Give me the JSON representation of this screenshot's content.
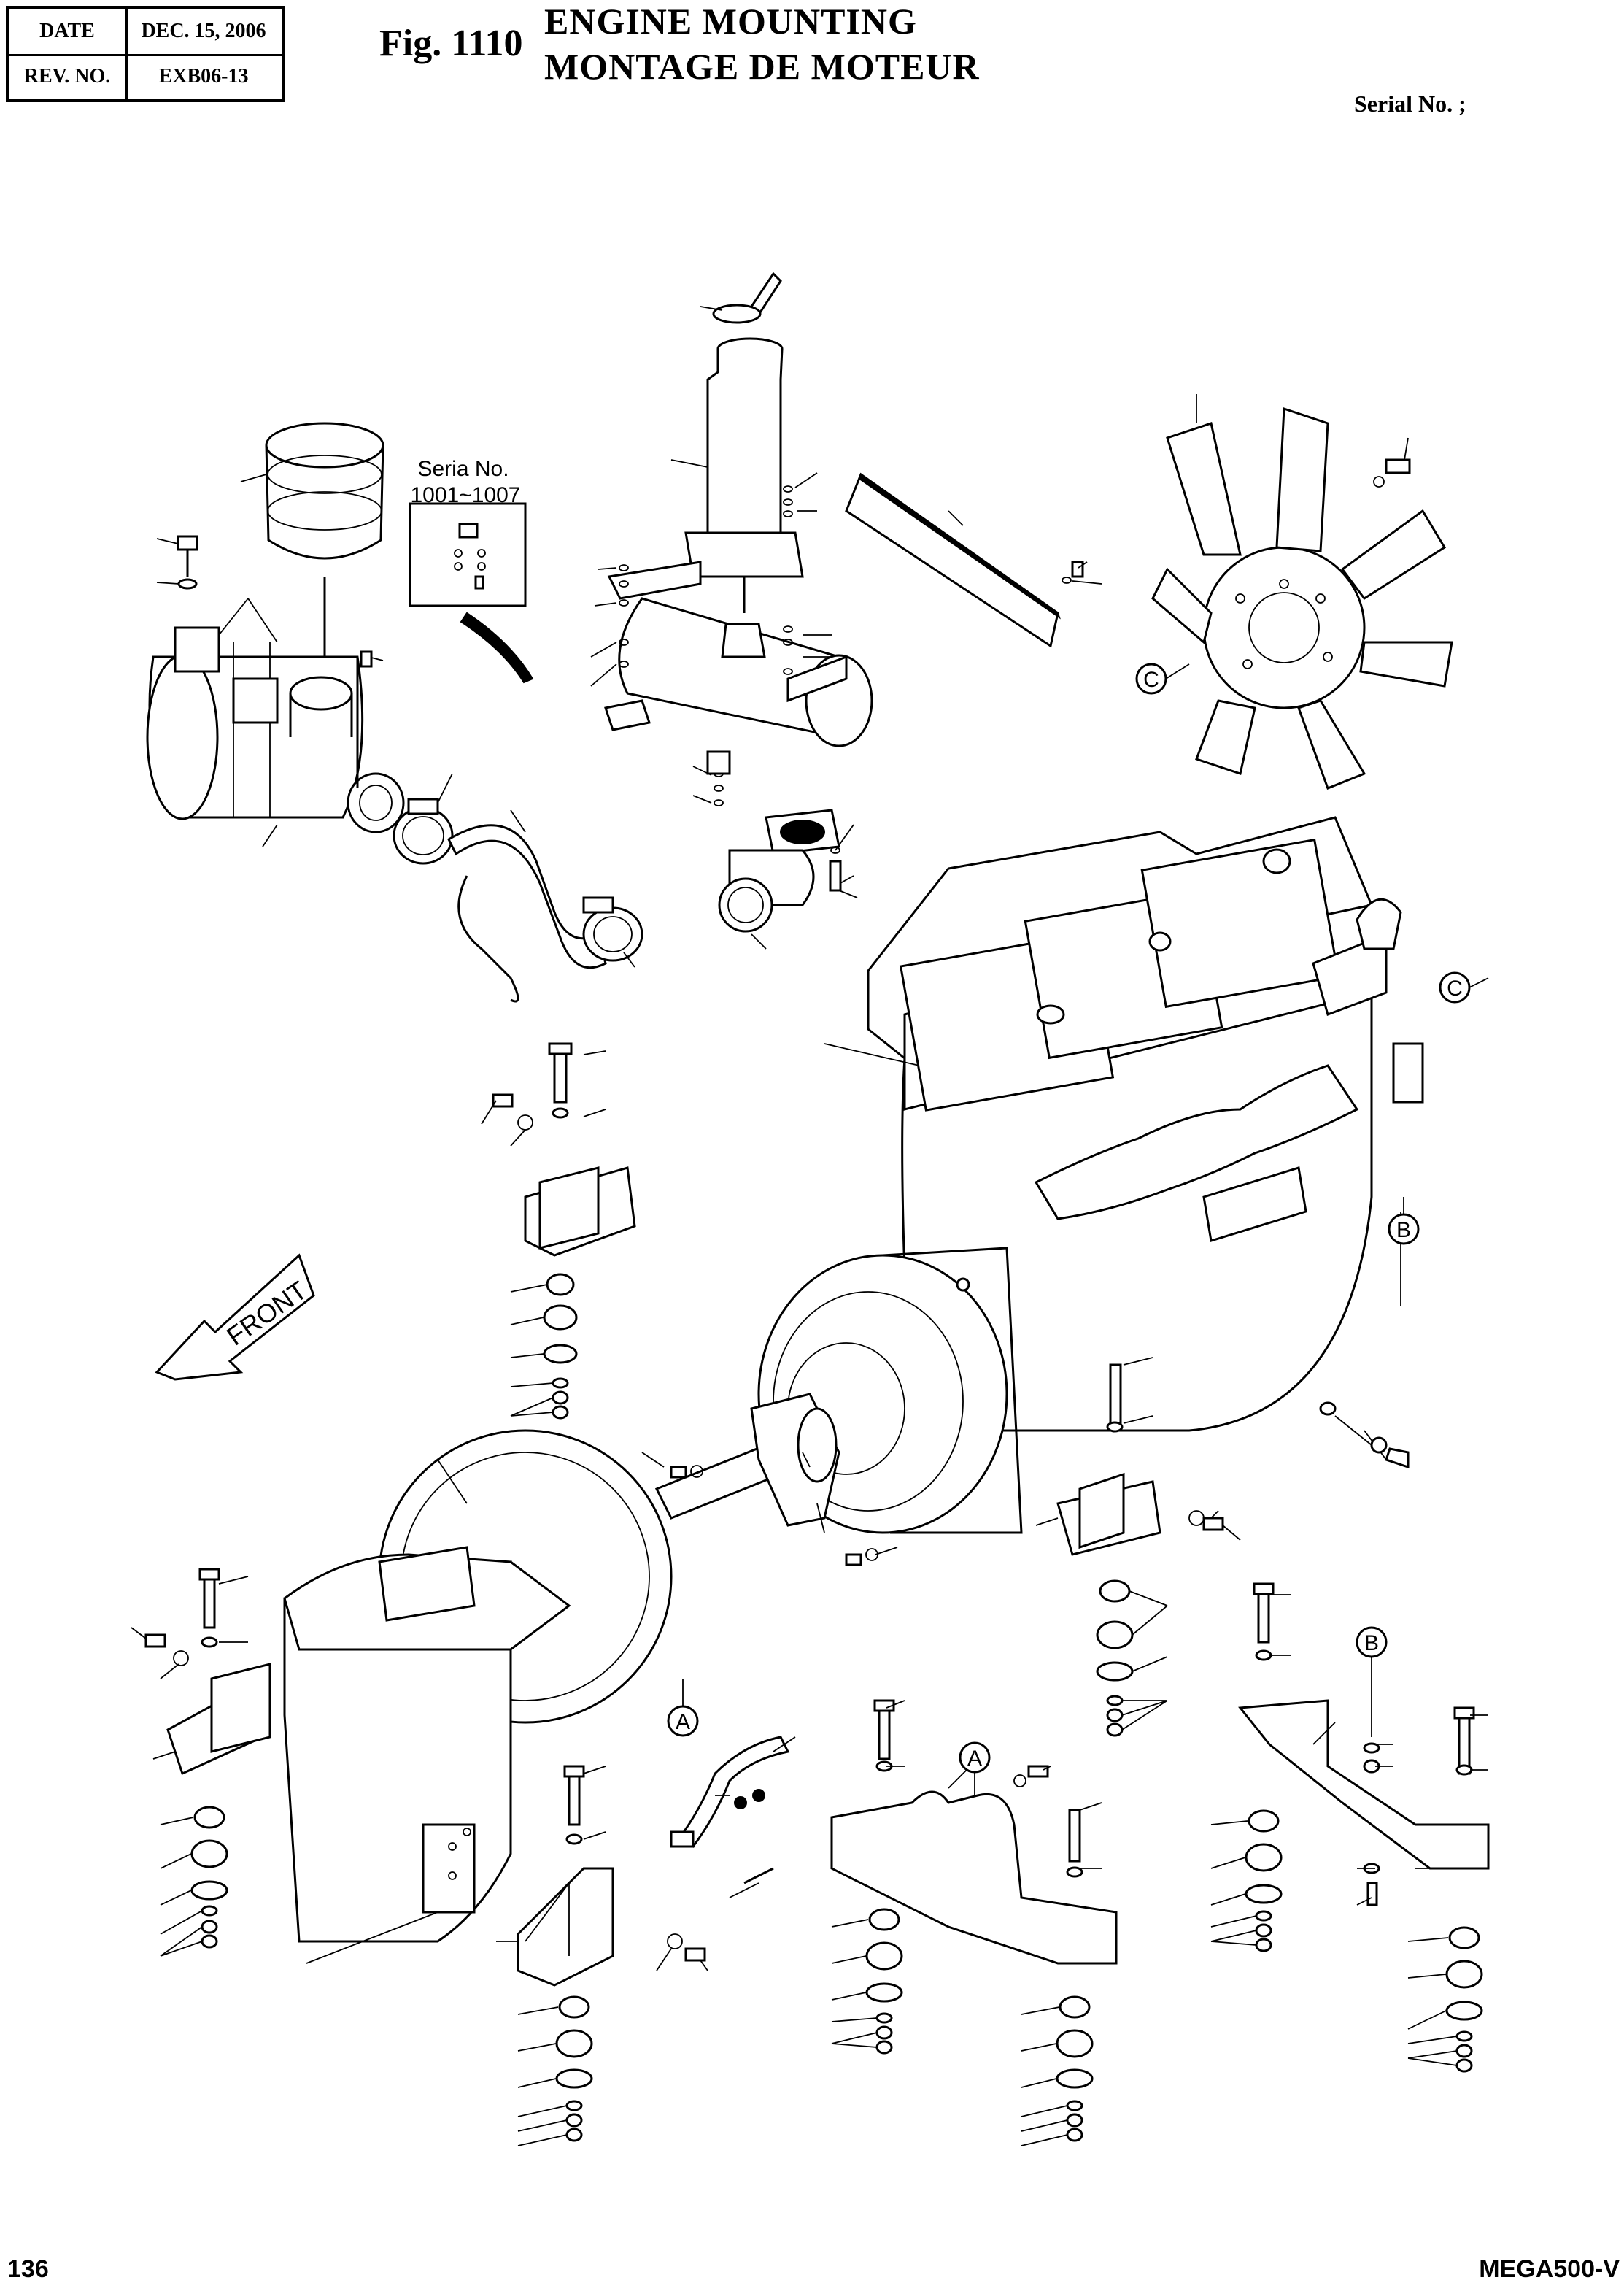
{
  "header": {
    "date_label": "DATE",
    "date_value": "DEC. 15, 2006",
    "rev_label": "REV. NO.",
    "rev_value": "EXB06-13"
  },
  "figure": {
    "number": "Fig. 1110",
    "title_en": "ENGINE MOUNTING",
    "title_fr": "MONTAGE DE MOTEUR",
    "serial_label": "Serial No. ;"
  },
  "drawing": {
    "inset_line1": "Seria No.",
    "inset_line2": "1001~1007",
    "front_label": "FRONT",
    "callouts": {
      "a1": "A",
      "a2": "A",
      "b1": "B",
      "b2": "B",
      "c1": "C",
      "c2": "C"
    }
  },
  "footer": {
    "page_number": "136",
    "model": "MEGA500-V"
  }
}
